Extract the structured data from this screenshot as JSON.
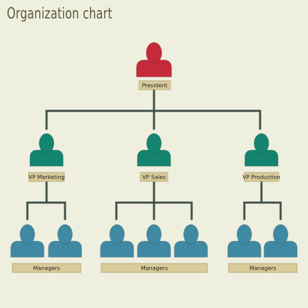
{
  "title": "Organization chart",
  "colors": {
    "background": "#efefe0",
    "title": "#5a5a3a",
    "connector": "#3e4f48",
    "label_fill": "#d9cb9a",
    "label_border": "#b9ab7a",
    "president": "#c42a3a",
    "vp": "#148470",
    "manager": "#3f8aa2"
  },
  "nodes": {
    "president": {
      "label": "President",
      "icon": "person-icon"
    },
    "vp_marketing": {
      "label": "VP Marketing",
      "icon": "person-icon"
    },
    "vp_sales": {
      "label": "VP Sales",
      "icon": "person-icon"
    },
    "vp_production": {
      "label": "VP Production",
      "icon": "person-icon"
    },
    "managers_marketing": {
      "label": "Managers",
      "count": 2,
      "icon": "person-icon"
    },
    "managers_sales": {
      "label": "Managers",
      "count": 3,
      "icon": "person-icon"
    },
    "managers_production": {
      "label": "Managers",
      "count": 2,
      "icon": "person-icon"
    }
  }
}
